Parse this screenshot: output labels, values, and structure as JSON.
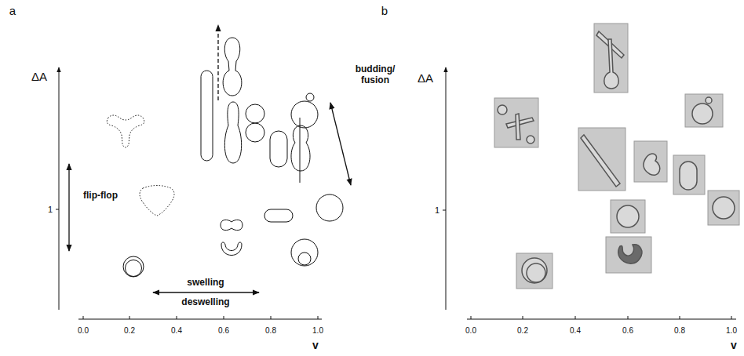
{
  "diagram": {
    "labels": [
      "a",
      "ΔA",
      "1",
      "0.0",
      "0.2",
      "0.4",
      "0.6",
      "0.8",
      "1.0",
      "v",
      "flip-flop",
      "swelling",
      "deswelling",
      "budding/ fusion",
      "b",
      "ΔA",
      "1",
      "0.0",
      "0.2",
      "0.4",
      "0.6",
      "0.8",
      "1.0",
      "v"
    ]
  }
}
